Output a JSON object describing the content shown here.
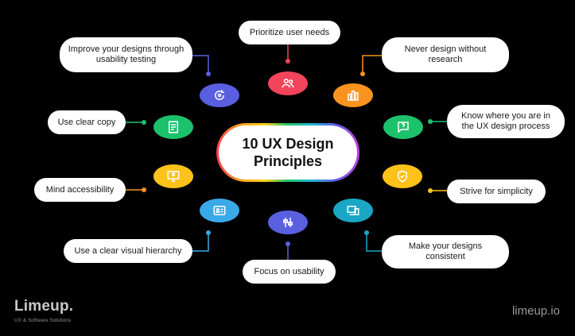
{
  "title": "10 UX Design\nPrinciples",
  "principles": {
    "prioritize": "Prioritize user needs",
    "never_design": "Never design without research",
    "know_where": "Know where you are in the UX design process",
    "strive": "Strive for simplicity",
    "consistent": "Make your designs consistent",
    "focus": "Focus on usability",
    "hierarchy": "Use a clear visual hierarchy",
    "accessibility": "Mind accessibility",
    "clear_copy": "Use clear copy",
    "improve": "Improve your designs through usability testing"
  },
  "brand": {
    "name": "Limeup.",
    "tagline": "UX & Software Solutions",
    "site": "limeup.io"
  },
  "colors": {
    "red": "#f2445a",
    "orange": "#f7931e",
    "green": "#1cc26b",
    "yellow": "#ffc21a",
    "teal": "#1aa6c4",
    "purple": "#5a5fe0",
    "blue": "#3aa9e8"
  },
  "icons": {
    "prioritize": "users-icon",
    "never_design": "bar-chart-icon",
    "know_where": "help-chat-icon",
    "strive": "shield-check-icon",
    "consistent": "devices-icon",
    "focus": "sliders-icon",
    "hierarchy": "id-card-icon",
    "accessibility": "monitor-icon",
    "clear_copy": "document-icon",
    "improve": "refresh-icon"
  }
}
